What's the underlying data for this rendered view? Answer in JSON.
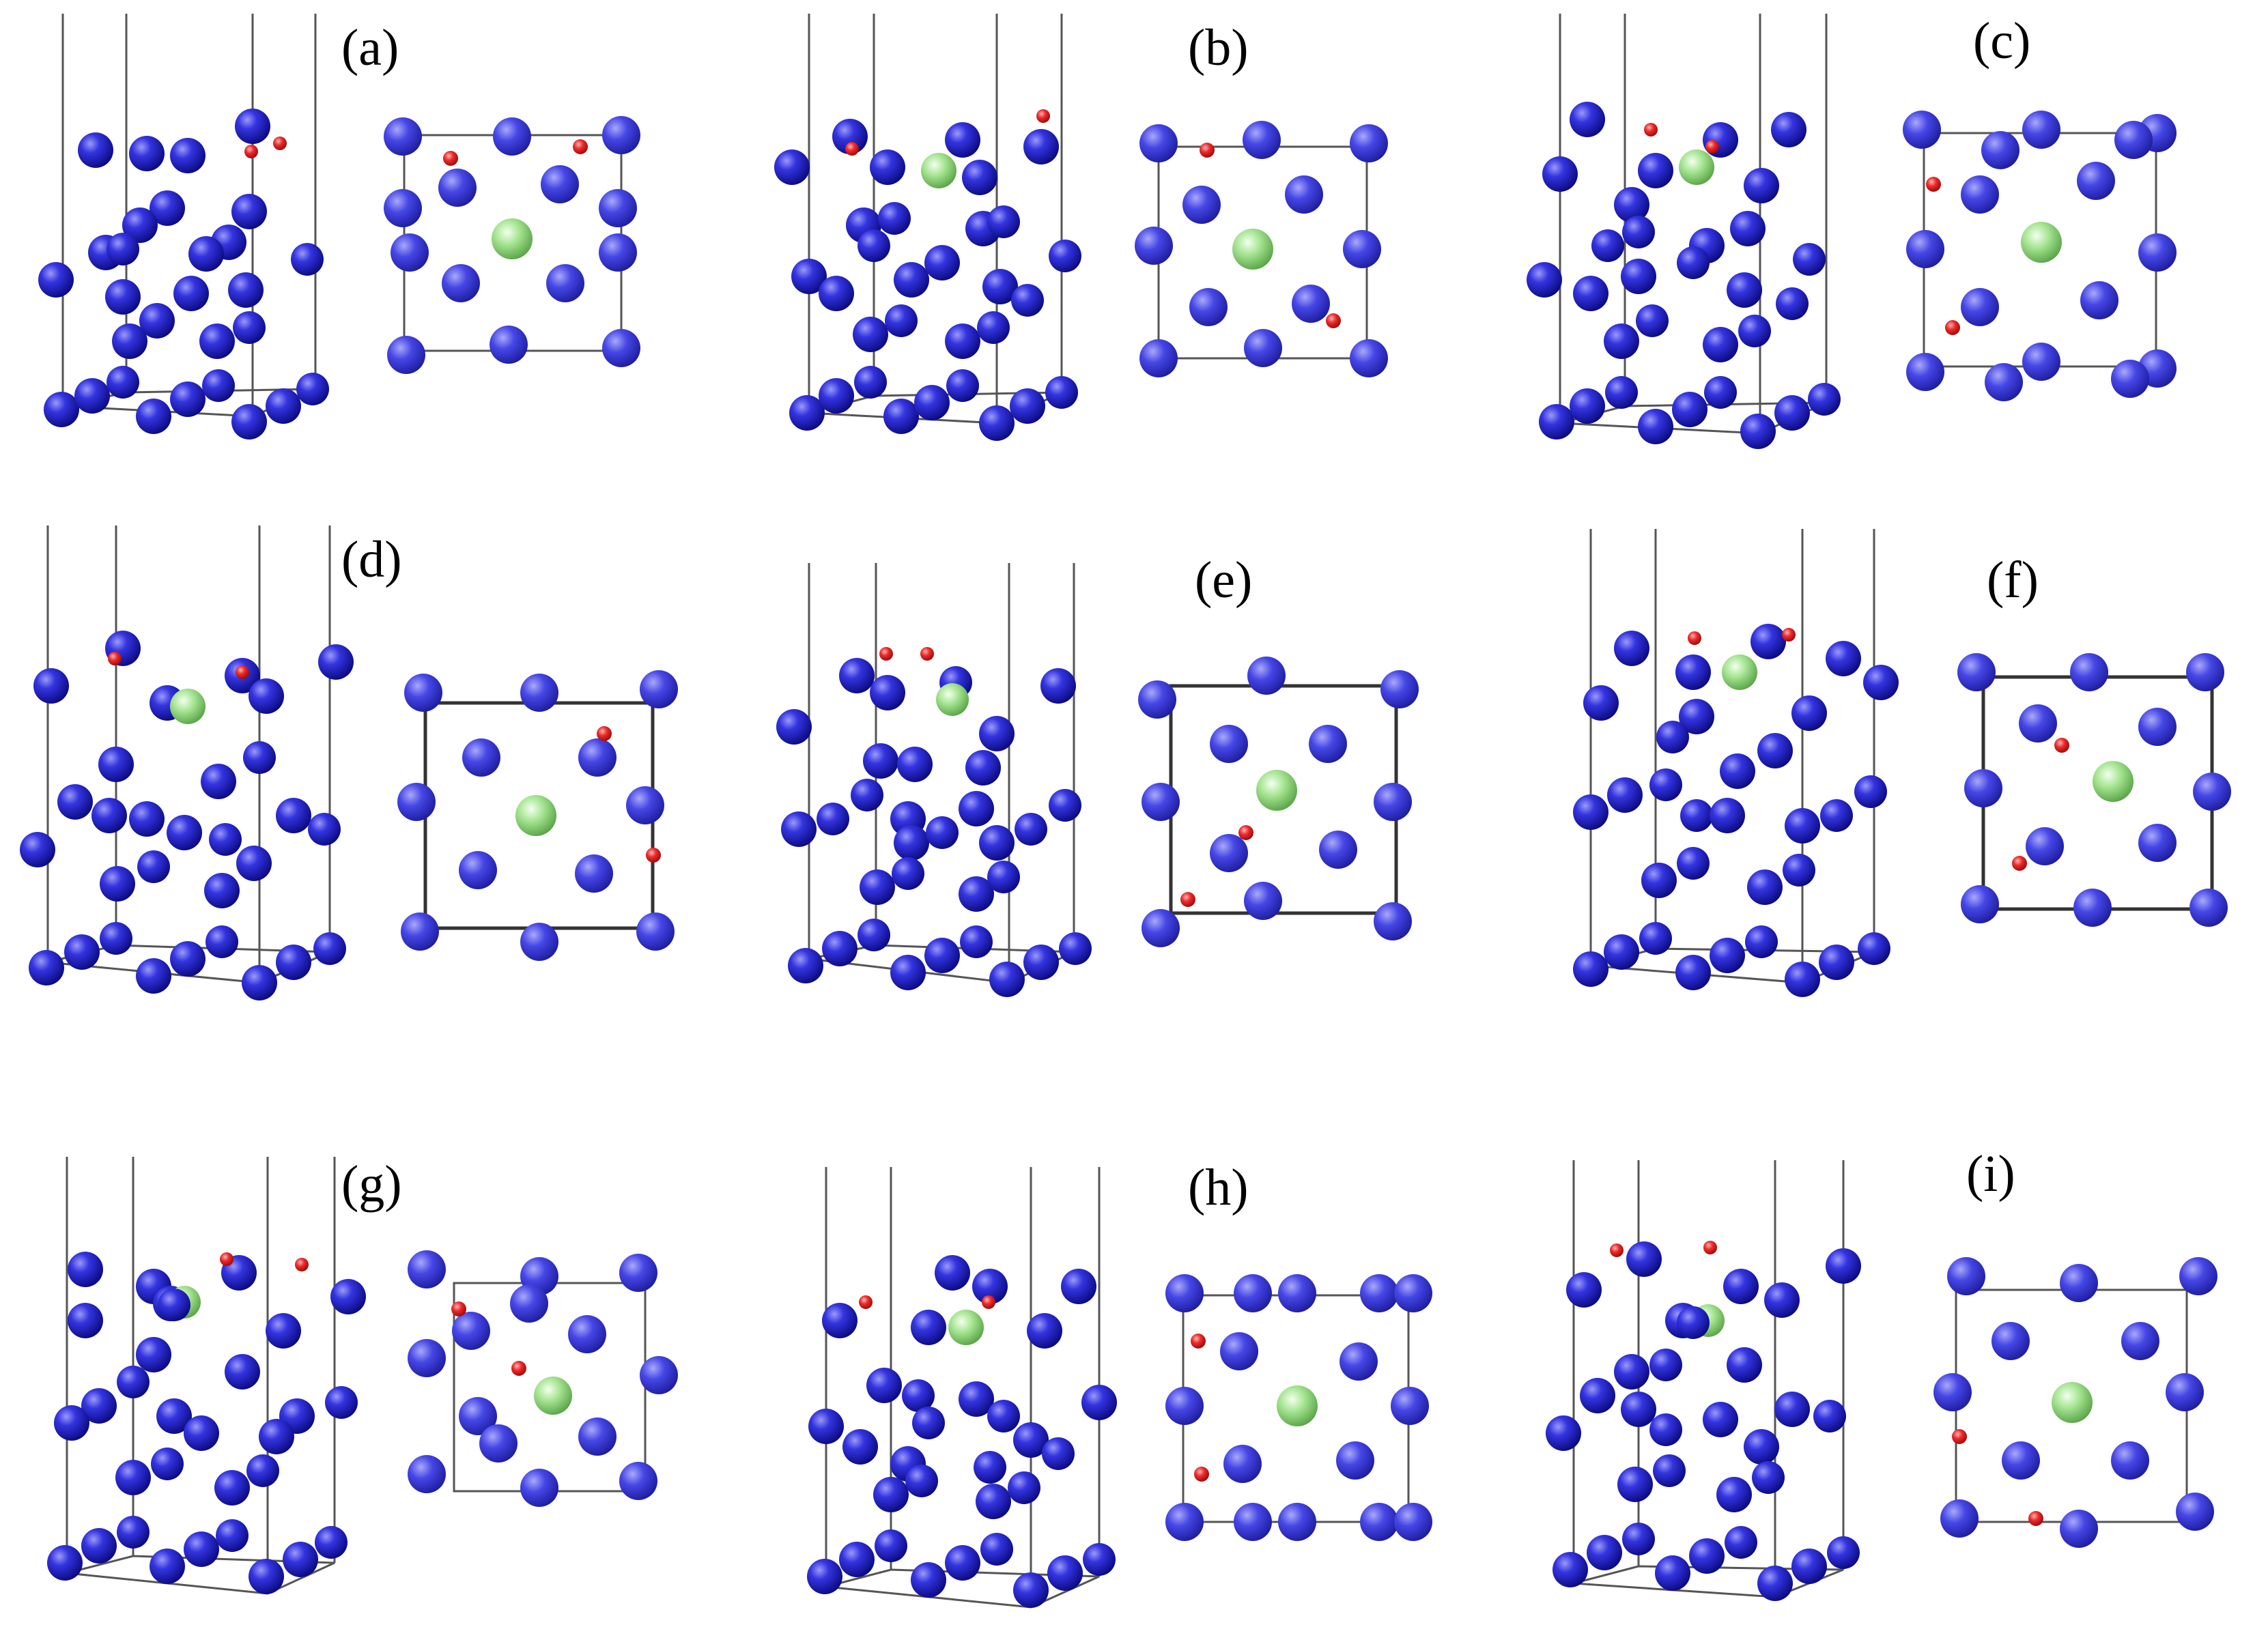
{
  "colors": {
    "host_atom": "#2323d6",
    "host_atom_light": "#8a8af5",
    "host_atom_dark": "#0a0a8c",
    "dopant_atom": "#9fe38c",
    "adsorbate_atom": "#e81c1c",
    "cell_line": "#444444"
  },
  "icons": {
    "host_atom": "blue-sphere",
    "dopant_atom": "green-sphere",
    "adsorbate_atom": "red-sphere"
  },
  "panels": [
    {
      "id": "a",
      "label": "(a)"
    },
    {
      "id": "b",
      "label": "(b)"
    },
    {
      "id": "c",
      "label": "(c)"
    },
    {
      "id": "d",
      "label": "(d)"
    },
    {
      "id": "e",
      "label": "(e)"
    },
    {
      "id": "f",
      "label": "(f)"
    },
    {
      "id": "g",
      "label": "(g)"
    },
    {
      "id": "h",
      "label": "(h)"
    },
    {
      "id": "i",
      "label": "(i)"
    }
  ]
}
